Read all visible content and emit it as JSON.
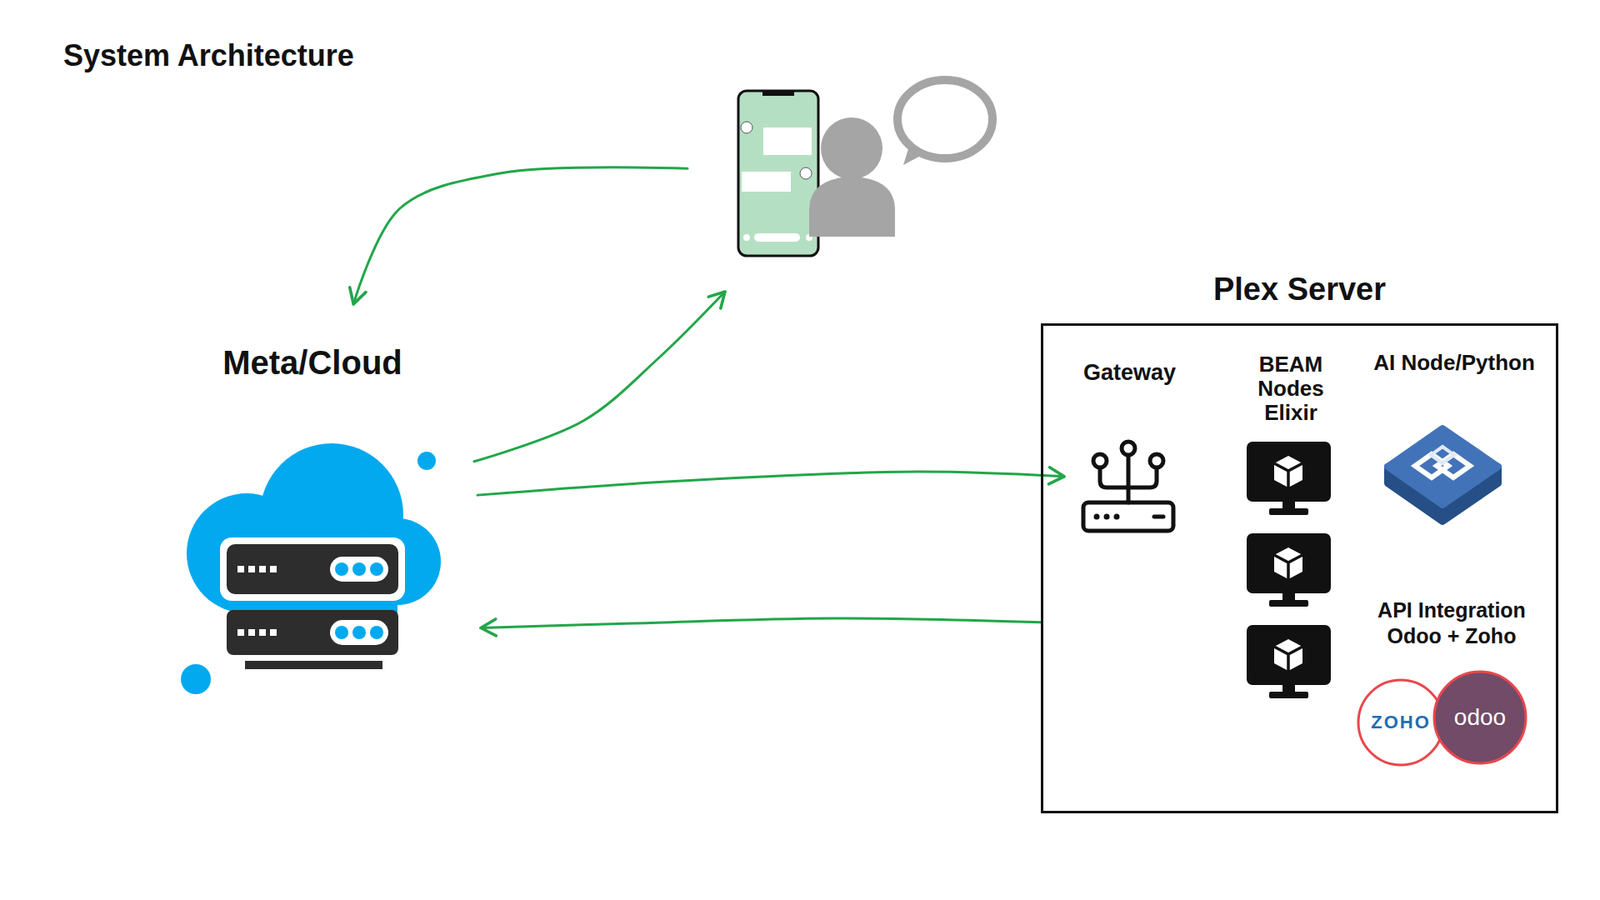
{
  "diagram": {
    "title": "System Architecture",
    "nodes": [
      {
        "text": []
      },
      {
        "text": [
          "Meta/Cloud"
        ]
      },
      {
        "text": [
          "Plex Server"
        ]
      },
      {
        "text": [
          "Gateway"
        ],
        "in": 2
      },
      {
        "text": [
          "BEAM Nodes Elixir"
        ],
        "in": 2
      },
      {
        "text": [
          "AI Node/Python"
        ],
        "in": 2
      },
      {
        "text": [
          "API Integration Odoo + Zoho"
        ],
        "in": 2
      }
    ],
    "edges": [
      {
        "from": 0,
        "to": 1,
        "arrow": "to"
      },
      {
        "from": 1,
        "to": 0,
        "arrow": "to"
      },
      {
        "from": 1,
        "to": 3,
        "arrow": "to"
      },
      {
        "from": 2,
        "to": 1,
        "arrow": "to"
      }
    ],
    "labels": [
      "ZOHO",
      "odoo"
    ]
  }
}
